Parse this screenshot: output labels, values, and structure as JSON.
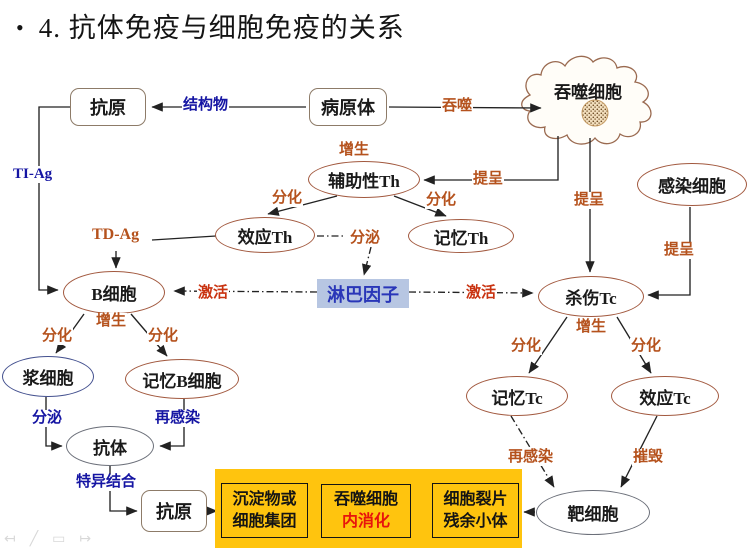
{
  "title": {
    "bullet": "•",
    "text": "4. 抗体免疫与细胞免疫的关系"
  },
  "colors": {
    "accent_orange": "#b5521d",
    "accent_blue": "#1515a3",
    "activate_red": "#c93311",
    "lymph_bg": "#b7c6e2",
    "lymph_text": "#2936b8",
    "highlight_yellow": "#ffc40e",
    "digest_red": "#e8130c",
    "line_color": "#222222",
    "ellipse_stroke": "#a2593f"
  },
  "nodes": {
    "antigen_top": "抗原",
    "pathogen": "病原体",
    "phagocyte": "吞噬细胞",
    "helper_th": "辅助性Th",
    "effector_th": "效应Th",
    "memory_th": "记忆Th",
    "infected_cell": "感染细胞",
    "b_cell": "B细胞",
    "lymphokine": "淋巴因子",
    "killer_tc": "杀伤Tc",
    "plasma_cell": "浆细胞",
    "memory_b_cell": "记忆B细胞",
    "antibody": "抗体",
    "memory_tc": "记忆Tc",
    "effector_tc": "效应Tc",
    "antigen_bottom": "抗原",
    "target_cell": "靶细胞",
    "precipitate_line1": "沉淀物或",
    "precipitate_line2": "细胞集团",
    "digest_line1": "吞噬细胞",
    "digest_line2": "内消化",
    "fragments_line1": "细胞裂片",
    "fragments_line2": "残余小体"
  },
  "labels": {
    "structure": "结构物",
    "engulf": "吞噬",
    "ti_ag": "TI-Ag",
    "td_ag": "TD-Ag",
    "proliferate": "增生",
    "present": "提呈",
    "differentiate": "分化",
    "secrete": "分泌",
    "activate": "激活",
    "reinfect": "再感染",
    "specific_bind": "特异结合",
    "destroy": "摧毁"
  },
  "footer": {
    "nav_back": "↤",
    "pen": "╱",
    "slide": "▭",
    "nav_forward": "↦"
  }
}
